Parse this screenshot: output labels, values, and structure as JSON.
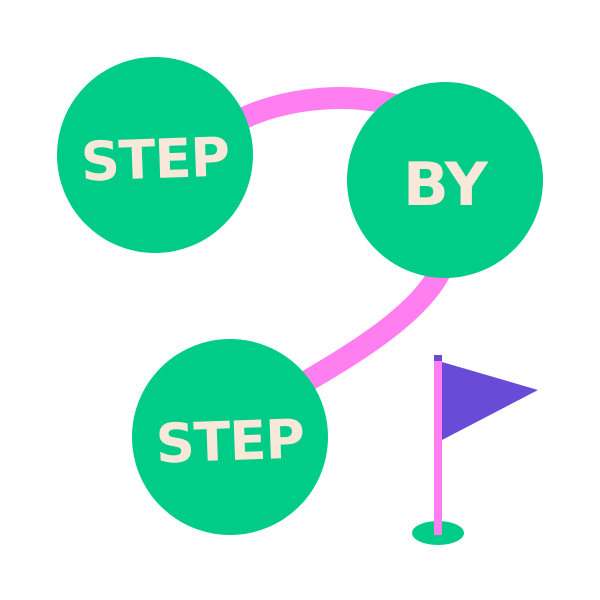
{
  "steps": [
    {
      "label": "STEP"
    },
    {
      "label": "BY"
    },
    {
      "label": "STEP"
    }
  ],
  "colors": {
    "circle": "#00cc88",
    "text": "#f7e8da",
    "path": "#ff7ff0",
    "flag": "#6a4bd8",
    "pole": "#ff7ff0",
    "hole": "#00cc88"
  },
  "icons": {
    "goal": "flag-icon"
  }
}
